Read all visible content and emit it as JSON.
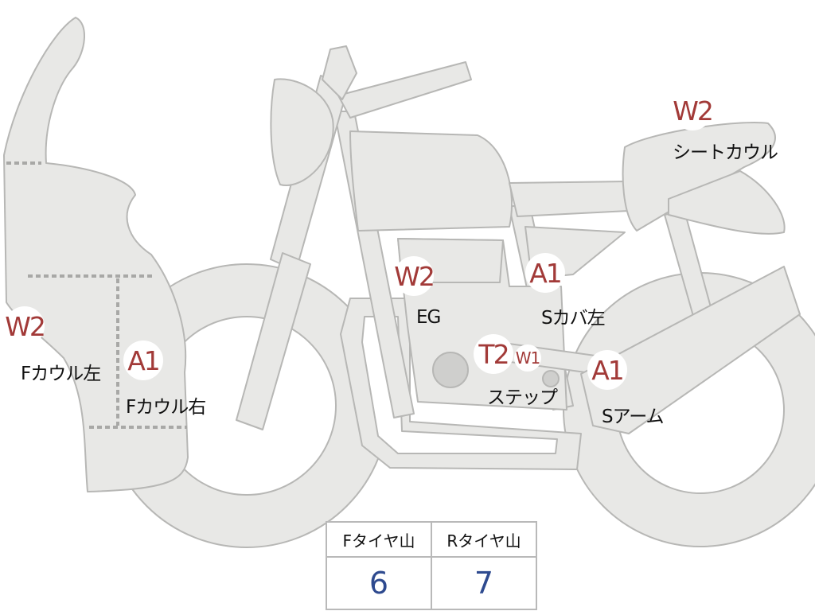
{
  "markers": {
    "seat_cowl": {
      "grade": "W2",
      "label": "シートカウル"
    },
    "engine": {
      "grade": "W2",
      "label": "EG"
    },
    "side_cover_left": {
      "grade": "A1",
      "label": "Sカバ左"
    },
    "front_cowl_left": {
      "grade": "W2",
      "label": "Fカウル左"
    },
    "front_cowl_right": {
      "grade": "A1",
      "label": "Fカウル右"
    },
    "step": {
      "grade": "T2",
      "sub_grade": "W1",
      "label": "ステップ"
    },
    "swing_arm": {
      "grade": "A1",
      "label": "Sアーム"
    }
  },
  "tire_table": {
    "front_header": "Fタイヤ山",
    "rear_header": "Rタイヤ山",
    "front_value": "6",
    "rear_value": "7"
  },
  "colors": {
    "bike_fill": "#e8e8e6",
    "bike_stroke": "#b7b7b5",
    "grade_text": "#a23a38",
    "table_value": "#2e4a8f"
  }
}
